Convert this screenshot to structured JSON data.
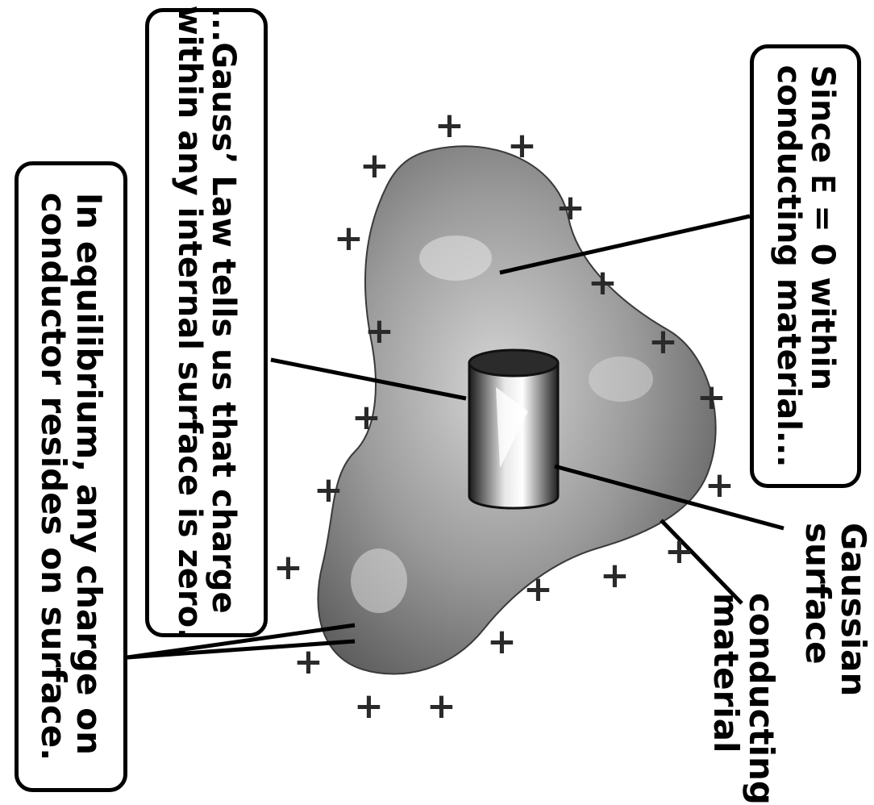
{
  "callouts": {
    "top_right": {
      "line1_prefix": "Since ",
      "line1_symbol": "E",
      "line1_suffix": " = 0 within",
      "line2": "conducting material..."
    },
    "middle": {
      "line1": "...Gauss’ Law tells us that charge",
      "line2": "within any internal surface is zero."
    },
    "bottom_left": {
      "line1": "In equilibrium, any charge on",
      "line2": "conductor resides on surface."
    }
  },
  "labels": {
    "gaussian_line1": "Gaussian",
    "gaussian_line2": "surface",
    "conducting_line1": "conducting",
    "conducting_line2": "material"
  },
  "charge_symbol": "+",
  "colors": {
    "ink": "#000000",
    "conductor": "#8a8a8a",
    "gaussian_surface": "#2b2b2b"
  }
}
